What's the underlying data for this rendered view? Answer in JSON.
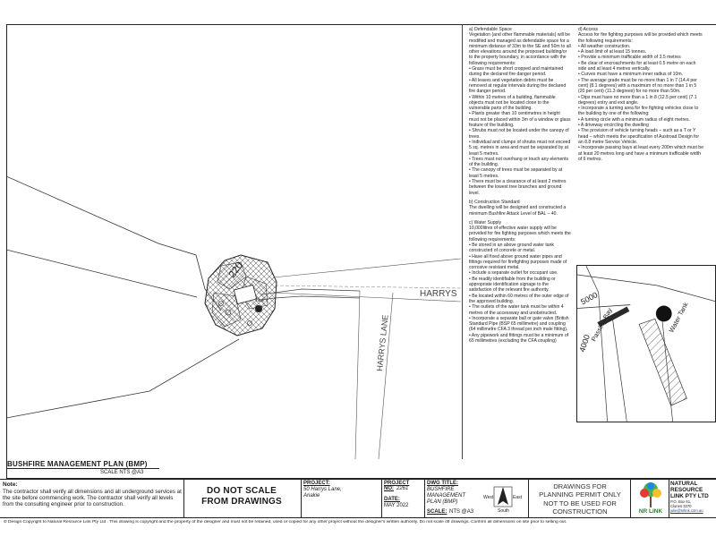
{
  "plan": {
    "title": "BUSHFIRE MANAGEMENT PLAN (BMP)",
    "scale": "SCALE   NTS @A3",
    "dimension_label": "220",
    "road_label": "HARRYS",
    "lane_label": "HARRYS LANE",
    "tank_label": "Tank"
  },
  "requirements": {
    "col_left": [
      {
        "kind": "head",
        "text": "a)        Defendable Space"
      },
      {
        "kind": "para",
        "text": "Vegetation (and other flammable materials) will be modified and managed  as defendable space for a minimum distance of 33m to the SE and 50m to all other elevations around the proposed building/or to the property boundary, in accordance with the following requirements:"
      },
      {
        "kind": "bullet",
        "text": "•          Grass must be short cropped and maintained during the declared fire danger period."
      },
      {
        "kind": "bullet",
        "text": "•          All leaves and vegetation debris must be removed at regular intervals during the declared fire danger period."
      },
      {
        "kind": "bullet",
        "text": "•          Within 10 metres of a building, flammable objects must not be located close to the vulnerable parts of the building."
      },
      {
        "kind": "bullet",
        "text": "•          Plants greater than 10 centimetres in height must not be placed within 3m of a window or glass feature of the building."
      },
      {
        "kind": "bullet",
        "text": "•          Shrubs must not be located under the canopy of trees."
      },
      {
        "kind": "bullet",
        "text": "•          Individual and clumps of shrubs must not exceed 5 sq. metres in area and must be separated by at least 5 metres."
      },
      {
        "kind": "bullet",
        "text": "•          Trees must not overhang or touch any elements of the building."
      },
      {
        "kind": "bullet",
        "text": "•          The canopy of trees must be separated by at least 5 metres."
      },
      {
        "kind": "bullet",
        "text": "•          There must be a clearance of at least 2 metres between the lowest tree branches and ground level."
      },
      {
        "kind": "head",
        "text": "b)        Construction Standard"
      },
      {
        "kind": "para",
        "text": "The dwelling will be designed and constructed a minimum Bushfire Attack Level of BAL – 40."
      },
      {
        "kind": "head",
        "text": "c)        Water Supply"
      },
      {
        "kind": "para",
        "text": "10,000litres of effective water supply will be provided for fire fighting purposes which meets the following requirements:"
      },
      {
        "kind": "bullet",
        "text": "•          Be stored in an above ground water tank constructed of concrete or metal."
      },
      {
        "kind": "bullet",
        "text": "•          Have all fixed above ground water pipes and fittings required for firefighting purposes made of corrosive resistant metal."
      },
      {
        "kind": "bullet",
        "text": "•          Include a separate outlet for occupant use."
      },
      {
        "kind": "bullet",
        "text": "•          Be readily identifiable from the building or appropriate identification signage to the satisfaction of the relevant fire authority."
      },
      {
        "kind": "bullet",
        "text": "•          Be located within 60 metres of the outer edge of the approved building."
      },
      {
        "kind": "bullet",
        "text": "•          The outlets of the water tank must be within 4 metres of the accessway and unobstructed."
      },
      {
        "kind": "bullet",
        "text": "•          Incorporate a separate ball or gate valve (British Standard Pipe (BSP 65 millimetre) and coupling (64 millimetre CFA 3 thread per inch male fitting)."
      },
      {
        "kind": "bullet",
        "text": "•          Any pipework and fittings must be a minimum of 65 millimetres (excluding the CFA coupling)"
      }
    ],
    "col_right": [
      {
        "kind": "head",
        "text": "d)        Access"
      },
      {
        "kind": "para",
        "text": "Access for fire fighting purposes will be provided which meets the following requirements:"
      },
      {
        "kind": "bullet",
        "text": "•          All weather construction."
      },
      {
        "kind": "bullet",
        "text": "•          A load limit of at least 15 tonnes."
      },
      {
        "kind": "bullet",
        "text": "•          Provide a minimum trafficable width of 3.5 metres"
      },
      {
        "kind": "bullet",
        "text": "•          Be clear of encroachments for at least 0.5 metre on each side and at least 4 metres vertically."
      },
      {
        "kind": "bullet",
        "text": "•          Curves must have a minimum inner radius of 10m."
      },
      {
        "kind": "bullet",
        "text": "•          The average grade must be no more than 1 in 7 (14.4 per cent) (8.1 degrees) with a maximum of no more than 1 in 5 (20 per cent) (11.3 degrees) for no more than 50m."
      },
      {
        "kind": "bullet",
        "text": "•          Dips must have no more than a 1 in 8 (12.5 per cent) (7.1 degrees) entry and exit angle."
      },
      {
        "kind": "bullet",
        "text": "•          Incorporate a turning area for fire fighting vehicles close to the building by one of the following:"
      },
      {
        "kind": "bullet",
        "text": "•          A turning circle with a minimum radius of eight metres."
      },
      {
        "kind": "bullet",
        "text": "•          A driveway encircling the dwelling"
      },
      {
        "kind": "bullet",
        "text": "•          The provision of vehicle turning heads – such as a T or Y head – which meets the specification of Austroad Design for an 8.8 metre Service Vehicle."
      },
      {
        "kind": "bullet",
        "text": "•          Incorporate passing bays at least every 200m which must be at least 20 metres long and have a minimum trafficable width of 6 metres."
      }
    ]
  },
  "inset": {
    "dim_top": "5000",
    "dim_bottom": "4000",
    "passing_bay": "Passing Bay",
    "water_tank": "Water Tank"
  },
  "titleblock": {
    "note_label": "Note:",
    "note_text": "The contractor shall verify all dimensions and all underground services at the site before commencing work. The contractor shall verify all levels from the consulting engineer prior to construction.",
    "do_not_scale_1": "DO NOT SCALE",
    "do_not_scale_2": "FROM DRAWINGS",
    "project_label": "PROJECT:",
    "project_value_1": "50 Harrys Lane,",
    "project_value_2": "Anakie",
    "project_no_label": "PROJECT",
    "project_no_label2": "NO:",
    "project_no": "2261",
    "date_label": "DATE:",
    "date_value": "MAY 2022",
    "dwg_title_label": "DWG TITLE:",
    "dwg_title_1": "BUSHFIRE",
    "dwg_title_2": "MANAGEMENT",
    "dwg_title_3": "PLAN (BMP)",
    "scale_label": "SCALE:",
    "scale_value": "NTS @A3",
    "compass_west": "West",
    "compass_east": "East",
    "compass_south": "South",
    "permit_1": "DRAWINGS FOR",
    "permit_2": "PLANNING PERMIT ONLY",
    "permit_3": "NOT TO BE USED FOR",
    "permit_4": "CONSTRUCTION",
    "logo_text": "NR LINK",
    "firm_1": "NATURAL",
    "firm_2": "RESOURCE",
    "firm_3": "LINK PTY LTD",
    "firm_po": "P.O. Box 61,",
    "firm_town": "Clunes 3370",
    "firm_email": "julie@nrlink.com.au",
    "copyright_symbol": "©",
    "copyright": "Design Copyright to Natural Resource Link Pty Ltd . This drawing is copyright and the property of the designer and must not be retained, used or copied for any other project without the designer's written authority. Do not scale off drawings. Confirm all dimensions on site prior to setting out."
  }
}
